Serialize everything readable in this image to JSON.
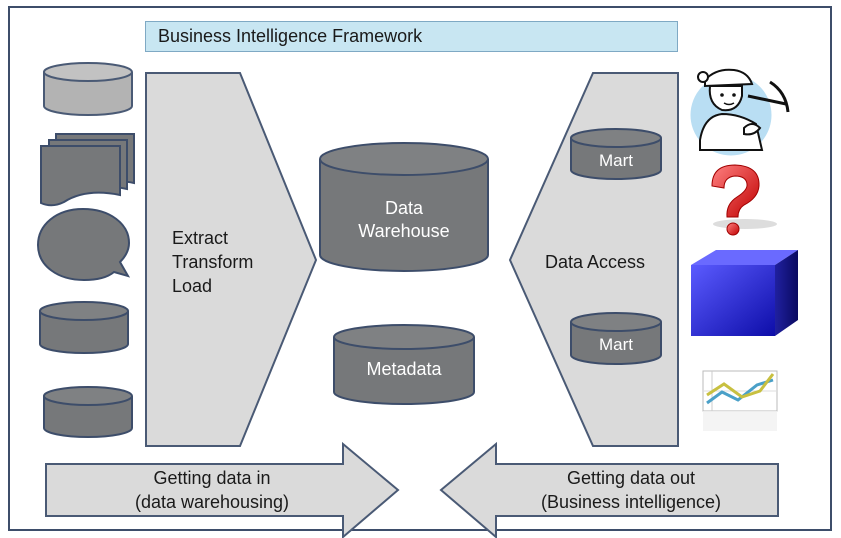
{
  "title": "Business Intelligence Framework",
  "etl": {
    "line1": "Extract",
    "line2": "Transform",
    "line3": "Load"
  },
  "warehouse": {
    "line1": "Data",
    "line2": "Warehouse"
  },
  "metadata": "Metadata",
  "data_access": "Data Access",
  "marts": [
    "Mart",
    "Mart"
  ],
  "arrows": {
    "in": {
      "line1": "Getting data in",
      "line2": "(data warehousing)"
    },
    "out": {
      "line1": "Getting data out",
      "line2": "(Business intelligence)"
    }
  },
  "colors": {
    "cylinder_fill": "#76787a",
    "cylinder_light": "#b3b3b3",
    "shape_fill": "#dadada",
    "shape_stroke": "#5a6a85",
    "text": "#ffffff"
  },
  "icons": [
    "database-icon",
    "documents-icon",
    "speech-bubble-icon",
    "database-icon",
    "database-icon",
    "miner-icon",
    "question-mark-icon",
    "cube-icon",
    "line-chart-icon"
  ]
}
